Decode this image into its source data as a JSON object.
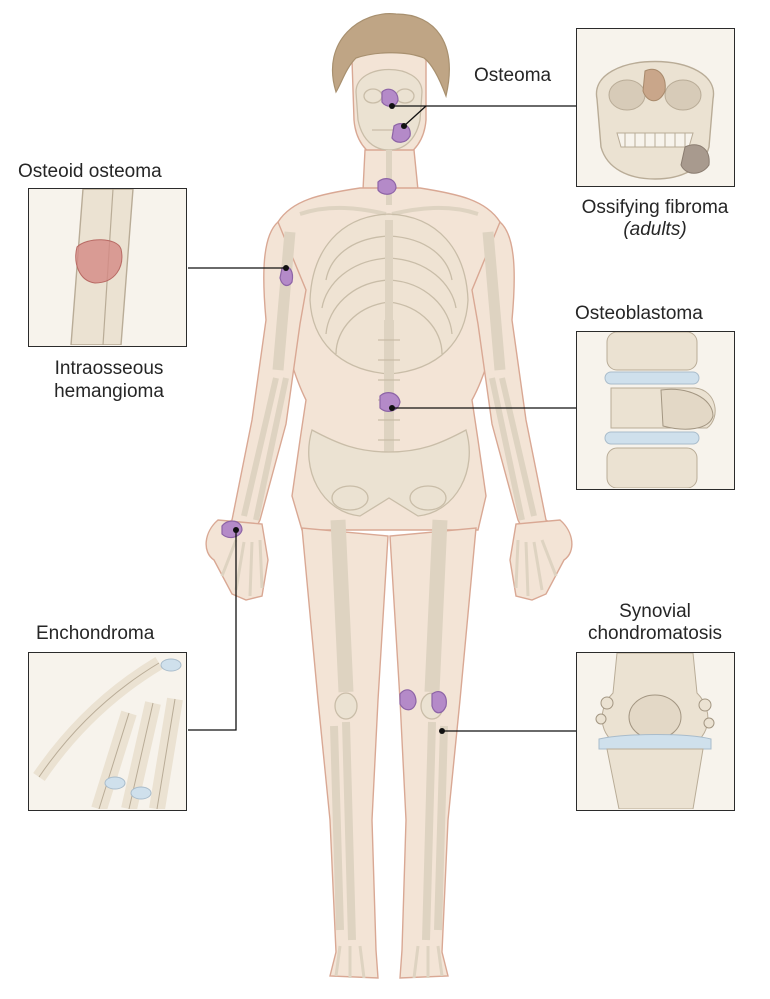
{
  "labels": {
    "osteoma": "Osteoma",
    "osteoid_osteoma": "Osteoid osteoma",
    "intraosseous_line1": "Intraosseous",
    "intraosseous_line2": "hemangioma",
    "ossifying_fibroma": "Ossifying fibroma",
    "ossifying_fibroma_note": "(adults)",
    "osteoblastoma": "Osteoblastoma",
    "enchondroma": "Enchondroma",
    "synovial_line1": "Synovial",
    "synovial_line2": "chondromatosis"
  },
  "colors": {
    "skin": "#f3e4d6",
    "skin_outline": "#d9a894",
    "bone": "#ebe2d2",
    "bone_outline": "#c9bda8",
    "cartilage": "#cfe0ec",
    "lesion": "#b48ac8",
    "lesion_outline": "#8d64a6",
    "hair": "#bfa585",
    "hemangioma": "#d58a84",
    "frame": "#2b2b2b",
    "leader": "#111111"
  }
}
